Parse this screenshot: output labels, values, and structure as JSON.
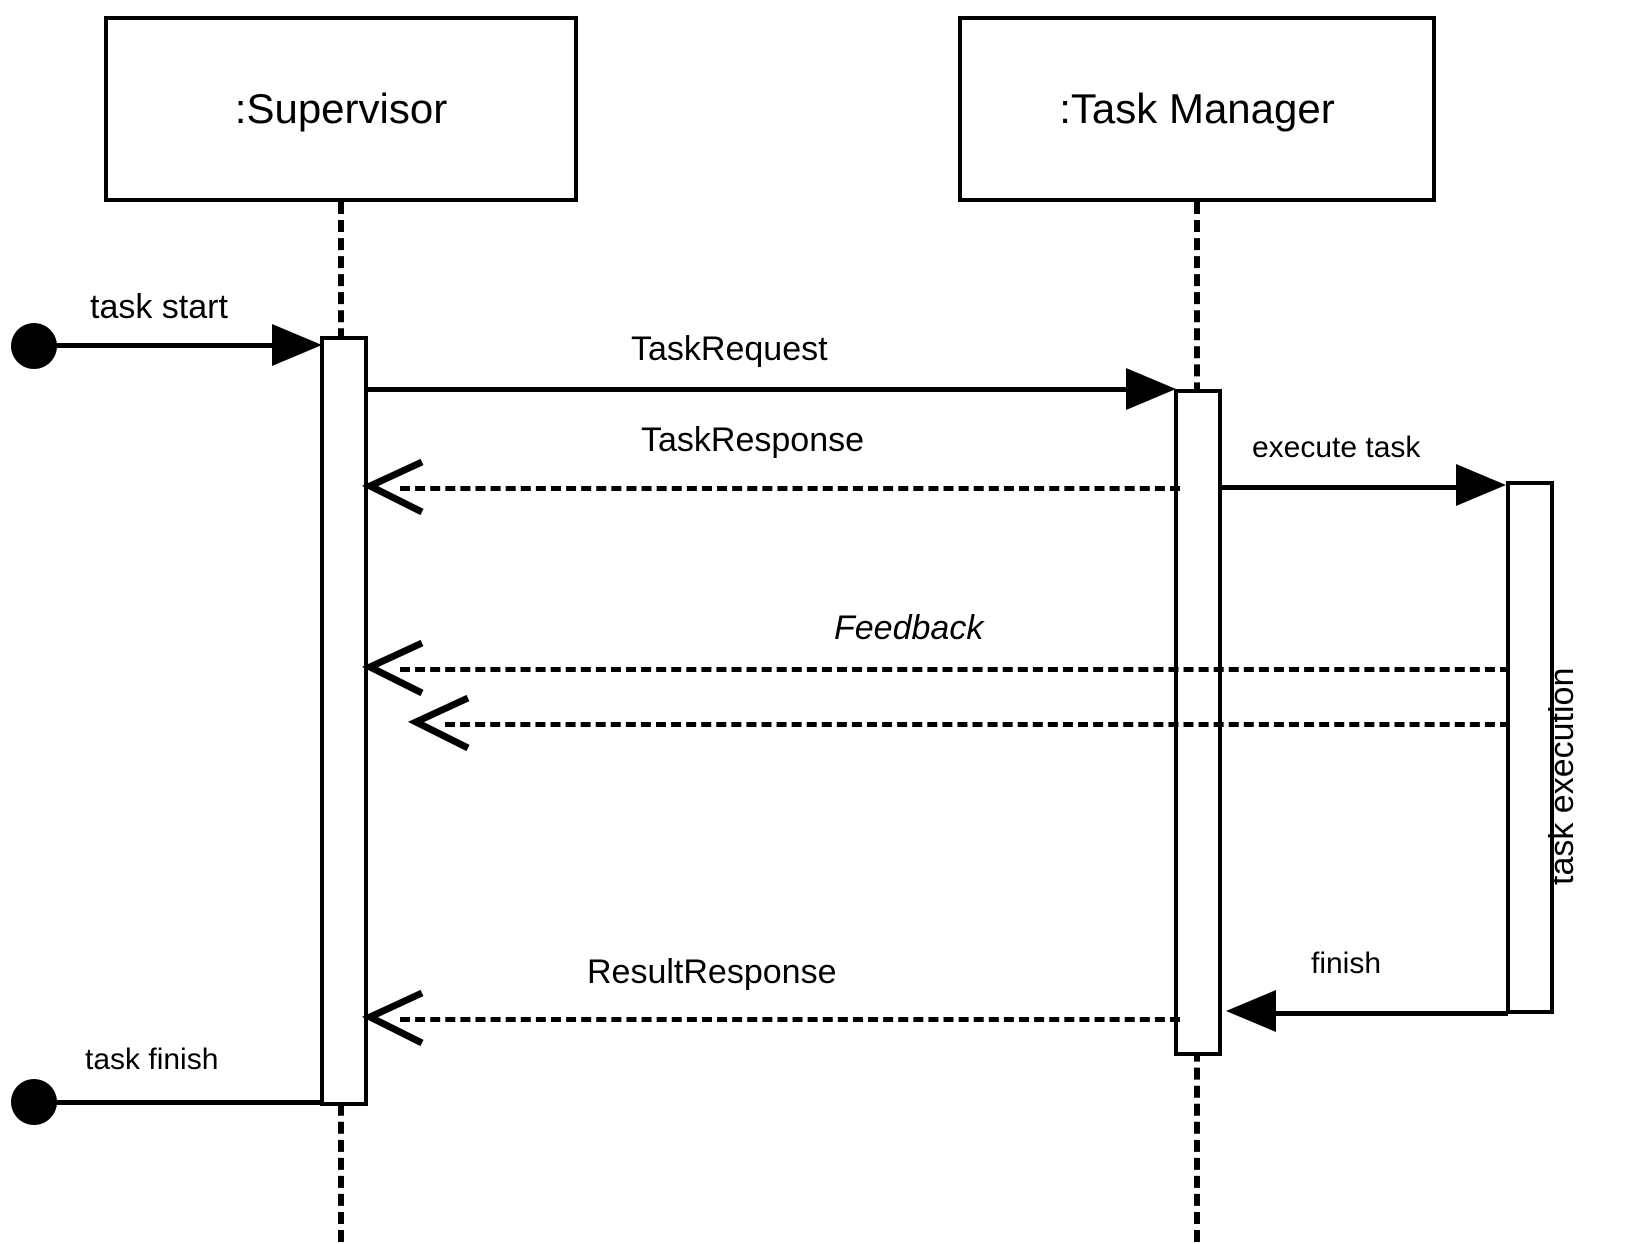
{
  "diagram": {
    "type": "uml-sequence-diagram",
    "lifelines": [
      {
        "id": "supervisor",
        "label": ":Supervisor"
      },
      {
        "id": "task_manager",
        "label": ":Task Manager"
      }
    ],
    "start_event": {
      "label": "task start"
    },
    "end_event": {
      "label": "task finish"
    },
    "messages": [
      {
        "id": "m1",
        "label": "task start",
        "style": "solid",
        "from": "actor",
        "to": "supervisor"
      },
      {
        "id": "m2",
        "label": "TaskRequest",
        "style": "solid",
        "from": "supervisor",
        "to": "task_manager"
      },
      {
        "id": "m3",
        "label": "TaskResponse",
        "style": "dashed",
        "from": "task_manager",
        "to": "supervisor"
      },
      {
        "id": "m4",
        "label": "execute task",
        "style": "solid",
        "from": "task_manager",
        "to": "execution"
      },
      {
        "id": "m5",
        "label": "Feedback",
        "style": "dashed",
        "italic": true,
        "from": "execution",
        "to": "supervisor"
      },
      {
        "id": "m6",
        "label": "",
        "style": "dashed",
        "from": "execution",
        "to": "supervisor"
      },
      {
        "id": "m7",
        "label": "ResultResponse",
        "style": "dashed",
        "from": "task_manager",
        "to": "supervisor"
      },
      {
        "id": "m8",
        "label": "finish",
        "style": "solid",
        "from": "execution",
        "to": "task_manager"
      },
      {
        "id": "m9",
        "label": "task finish",
        "style": "solid",
        "from": "supervisor",
        "to": "actor"
      }
    ],
    "activations": [
      {
        "id": "a1",
        "owner": "supervisor",
        "label": ""
      },
      {
        "id": "a2",
        "owner": "task_manager",
        "label": ""
      },
      {
        "id": "a3",
        "owner": "execution",
        "label": "task execution"
      }
    ],
    "colors": {
      "stroke": "#000000",
      "background": "#ffffff"
    }
  }
}
